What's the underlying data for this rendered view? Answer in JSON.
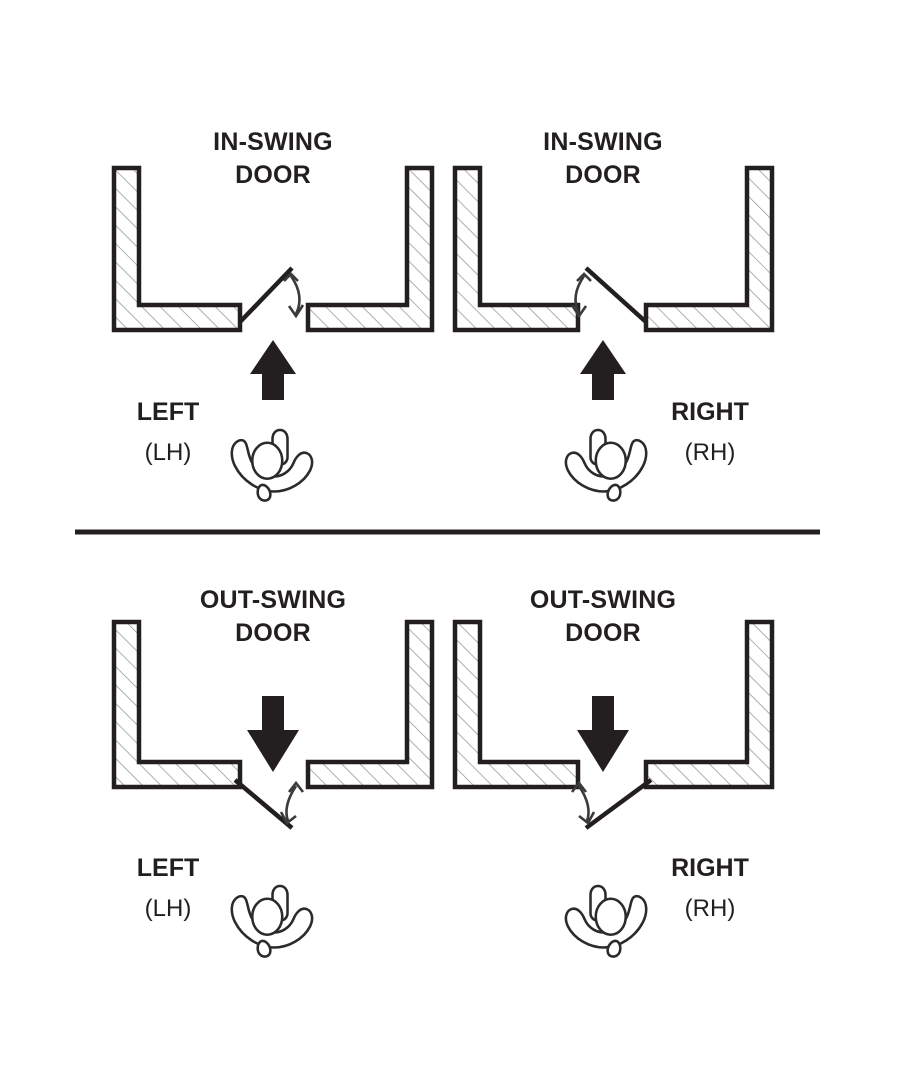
{
  "diagram": {
    "title_semantic": "door-handing-swing-direction-diagram",
    "background_color": "#ffffff",
    "ink_color": "#231f20",
    "hatch_color": "#9a9a9a",
    "panels": [
      {
        "id": "in-swing-left",
        "section": "in-swing",
        "title_line1": "IN-SWING",
        "title_line2": "DOOR",
        "hand_label": "LEFT",
        "hand_abbr": "(LH)",
        "hand_side": "left",
        "swing": "in",
        "hinge_side": "left",
        "arrow_direction": "up"
      },
      {
        "id": "in-swing-right",
        "section": "in-swing",
        "title_line1": "IN-SWING",
        "title_line2": "DOOR",
        "hand_label": "RIGHT",
        "hand_abbr": "(RH)",
        "hand_side": "right",
        "swing": "in",
        "hinge_side": "right",
        "arrow_direction": "up"
      },
      {
        "id": "out-swing-left",
        "section": "out-swing",
        "title_line1": "OUT-SWING",
        "title_line2": "DOOR",
        "hand_label": "LEFT",
        "hand_abbr": "(LH)",
        "hand_side": "left",
        "swing": "out",
        "hinge_side": "left",
        "arrow_direction": "down"
      },
      {
        "id": "out-swing-right",
        "section": "out-swing",
        "title_line1": "OUT-SWING",
        "title_line2": "DOOR",
        "hand_label": "RIGHT",
        "hand_abbr": "(RH)",
        "hand_side": "right",
        "swing": "out",
        "hinge_side": "right",
        "arrow_direction": "down"
      }
    ],
    "icons": {
      "hand_left": "left-hand-palm-up-icon",
      "hand_right": "right-hand-palm-up-icon",
      "arrow_up": "thick-up-arrow-icon",
      "arrow_down": "thick-down-arrow-icon",
      "swing_arc": "curved-double-arrow-icon"
    },
    "divider": "horizontal-rule"
  }
}
